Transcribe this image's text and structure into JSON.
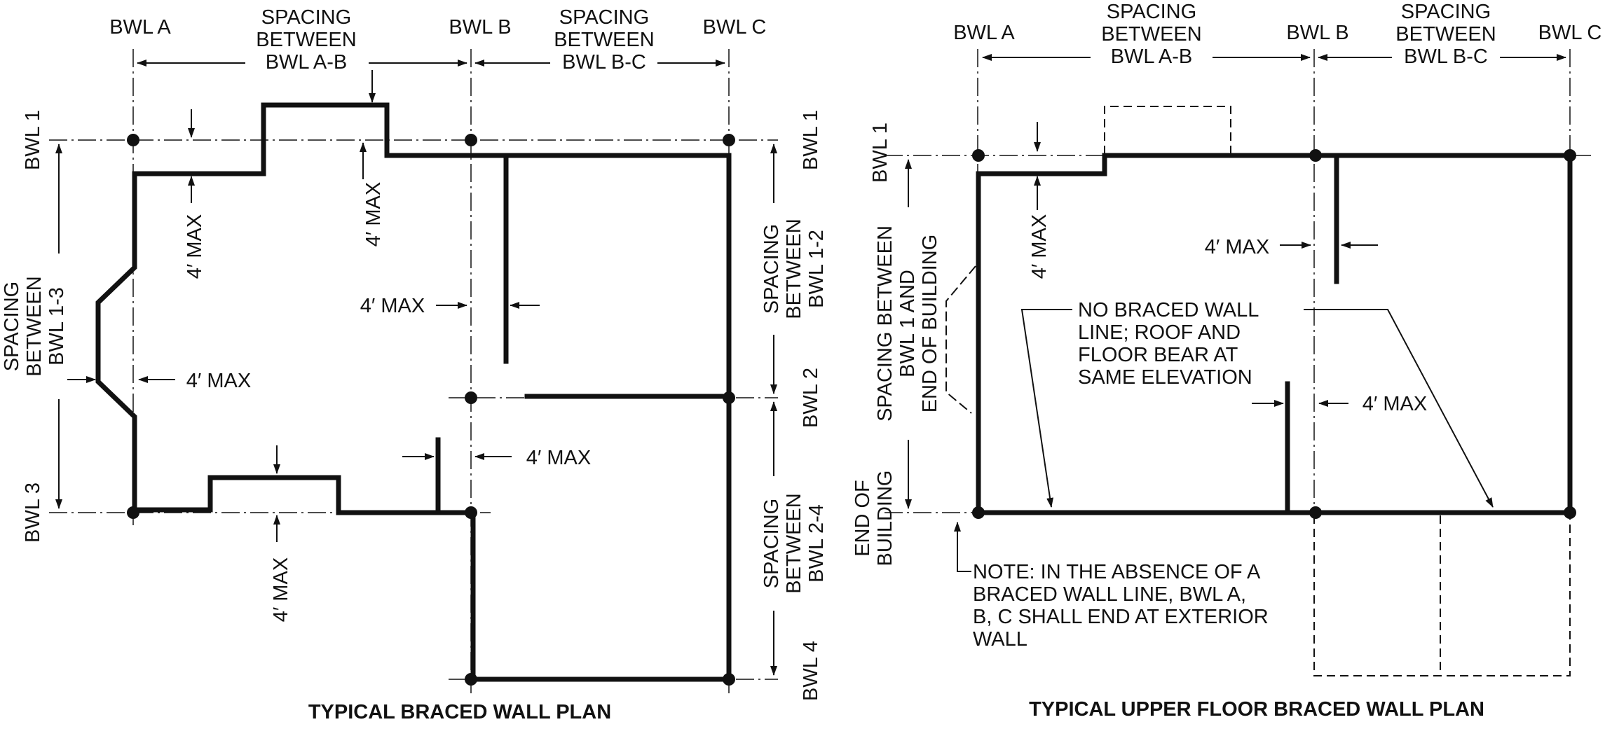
{
  "colors": {
    "ink": "#111111",
    "background": "#ffffff"
  },
  "left": {
    "title": "TYPICAL BRACED WALL PLAN",
    "bwl_a": "BWL A",
    "bwl_b": "BWL B",
    "bwl_c": "BWL C",
    "bwl_1": "BWL 1",
    "bwl_1_right": "BWL 1",
    "bwl_2": "BWL 2",
    "bwl_3": "BWL 3",
    "bwl_4": "BWL 4",
    "spacing_ab": [
      "SPACING",
      "BETWEEN",
      "BWL A-B"
    ],
    "spacing_bc": [
      "SPACING",
      "BETWEEN",
      "BWL B-C"
    ],
    "spacing_13": [
      "SPACING",
      "BETWEEN",
      "BWL 1-3"
    ],
    "spacing_12": [
      "SPACING",
      "BETWEEN",
      "BWL 1-2"
    ],
    "spacing_24": [
      "SPACING",
      "BETWEEN",
      "BWL 2-4"
    ],
    "max_label": "4′ MAX"
  },
  "right": {
    "title": "TYPICAL UPPER FLOOR BRACED WALL PLAN",
    "bwl_a": "BWL A",
    "bwl_b": "BWL B",
    "bwl_c": "BWL C",
    "bwl_1": "BWL 1",
    "spacing_ab": [
      "SPACING",
      "BETWEEN",
      "BWL A-B"
    ],
    "spacing_bc": [
      "SPACING",
      "BETWEEN",
      "BWL B-C"
    ],
    "spacing_end": [
      "SPACING BETWEEN",
      "BWL 1 AND",
      "END OF BUILDING"
    ],
    "end_of_building": [
      "END OF",
      "BUILDING"
    ],
    "callout": [
      "NO BRACED WALL",
      "LINE; ROOF AND",
      "FLOOR BEAR AT",
      "SAME ELEVATION"
    ],
    "note": [
      "NOTE: IN THE ABSENCE OF A",
      "BRACED WALL LINE, BWL A,",
      "B, C SHALL END AT EXTERIOR",
      "WALL"
    ],
    "max_label": "4′ MAX"
  }
}
